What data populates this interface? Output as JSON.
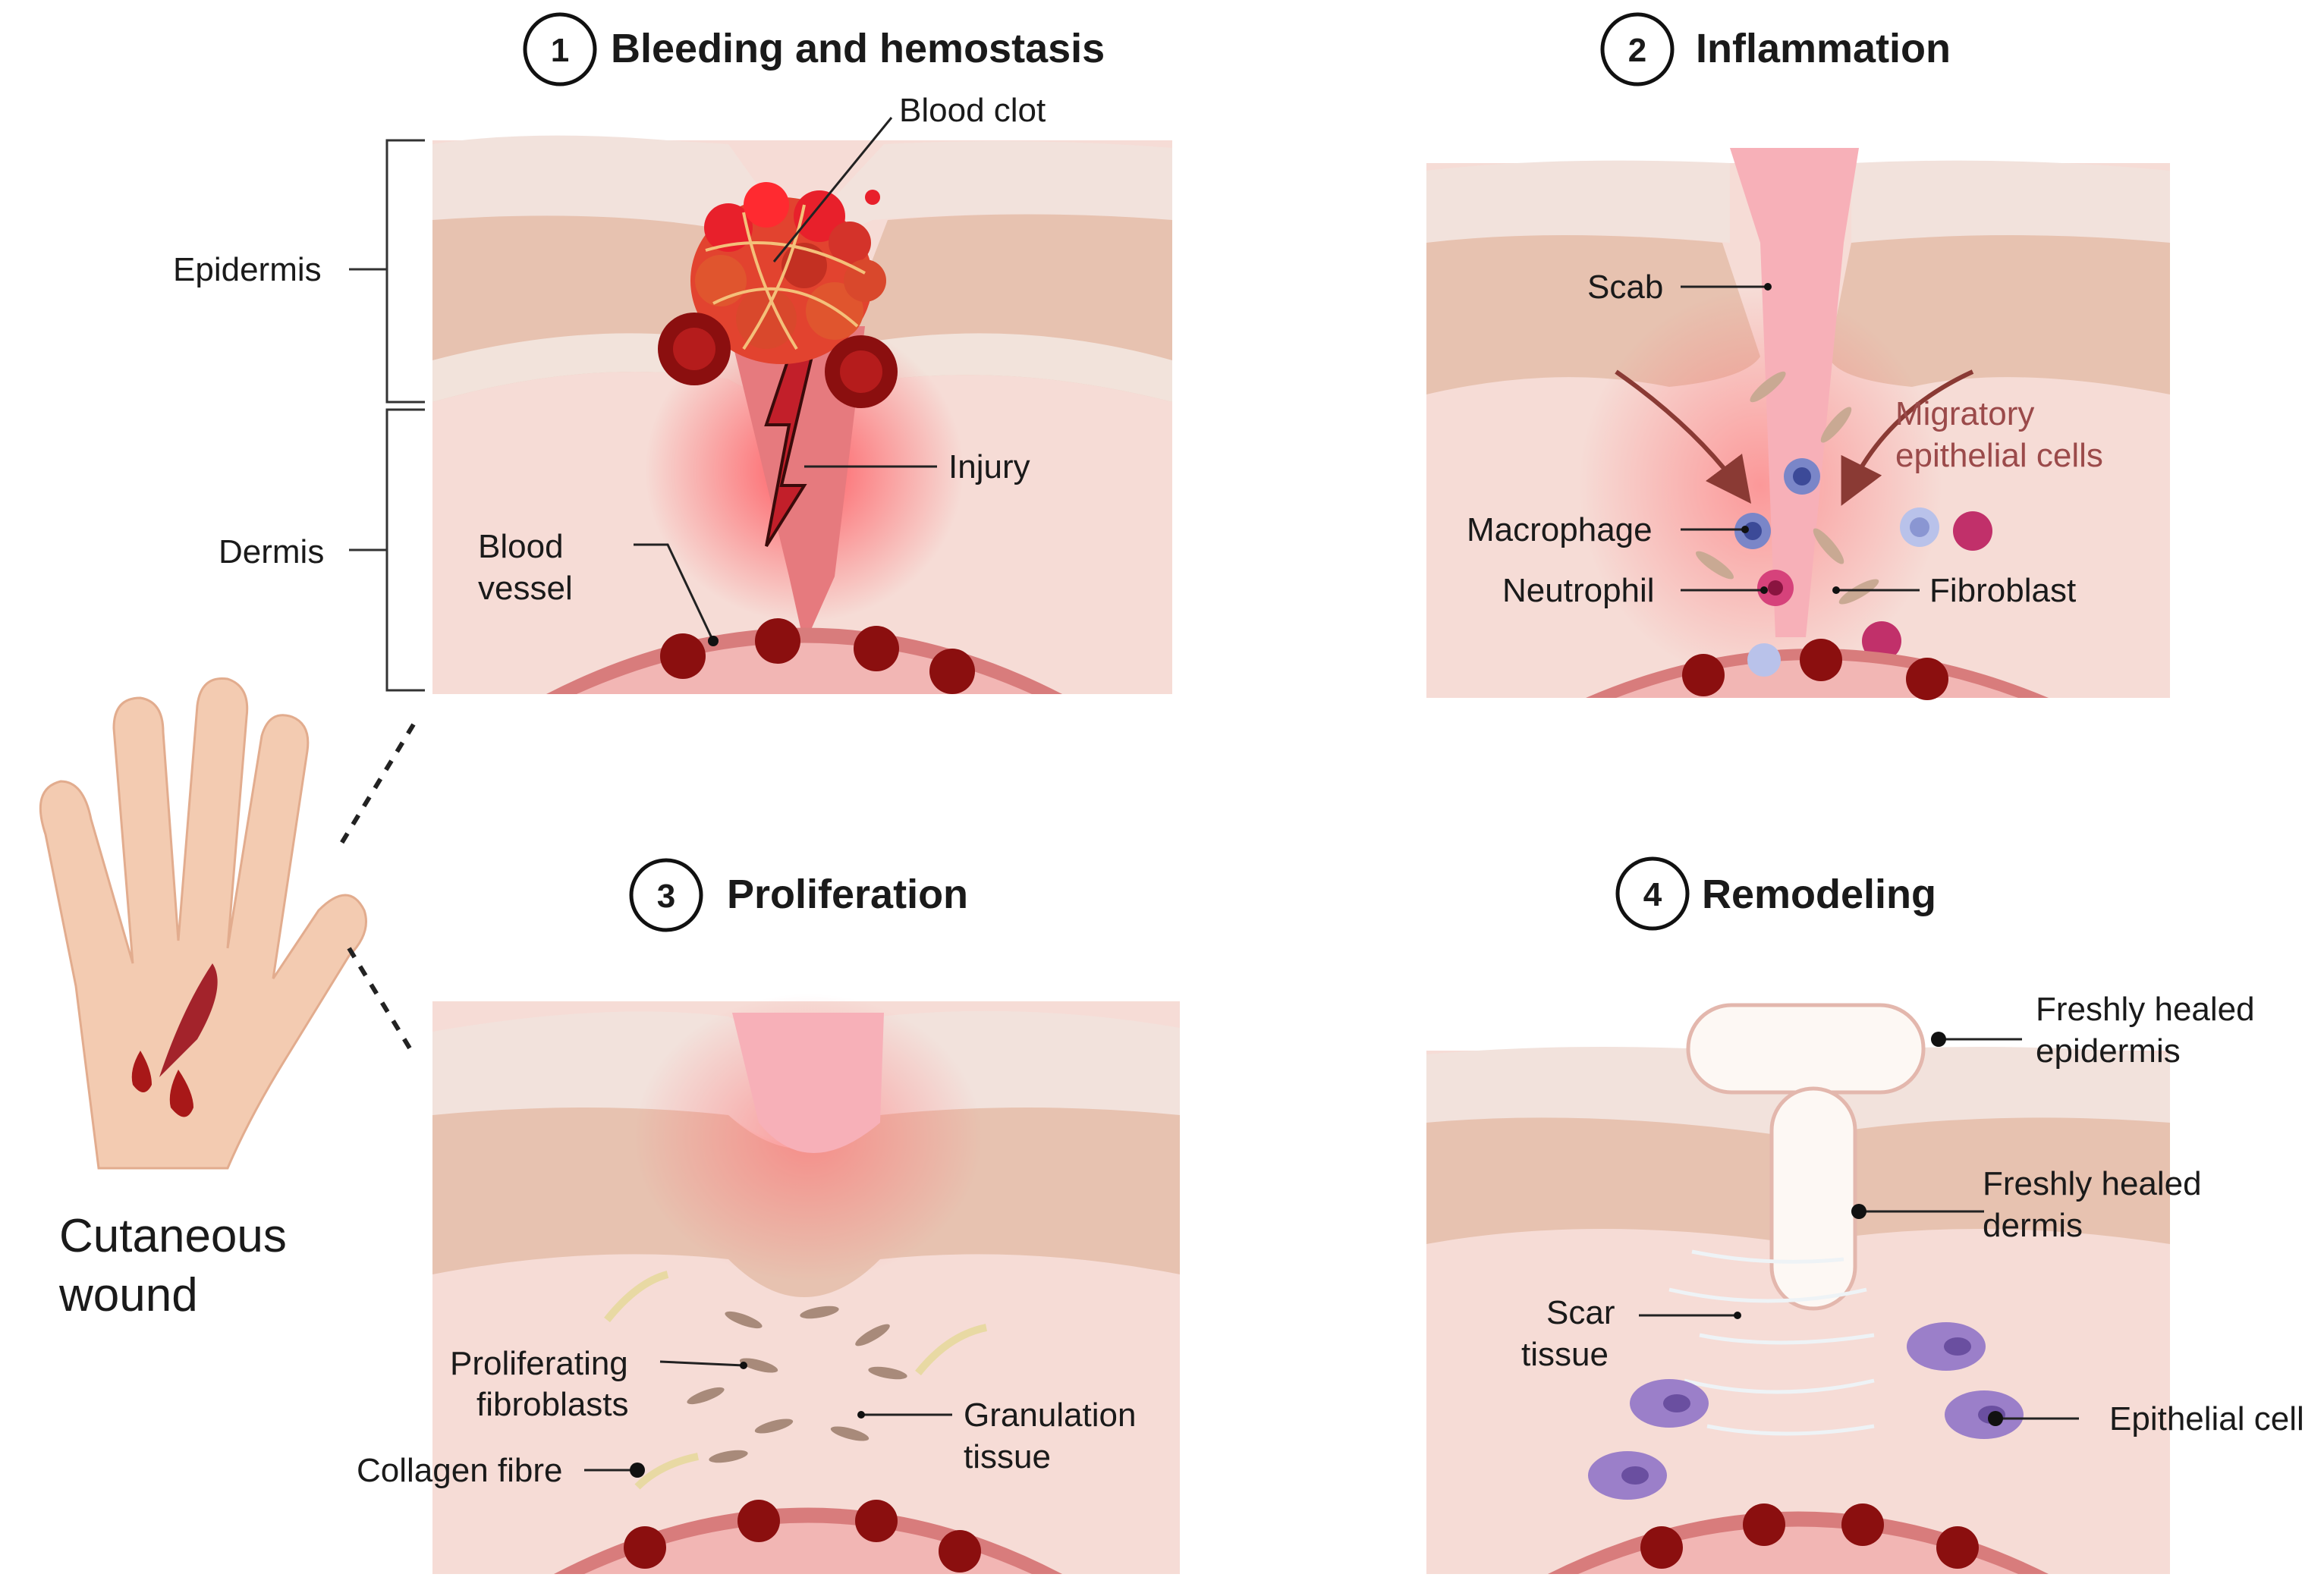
{
  "stages": [
    {
      "number": "1",
      "title": "Bleeding and hemostasis"
    },
    {
      "number": "2",
      "title": "Inflammation"
    },
    {
      "number": "3",
      "title": "Proliferation"
    },
    {
      "number": "4",
      "title": "Remodeling"
    }
  ],
  "labels": {
    "blood_clot": "Blood clot",
    "epidermis": "Epidermis",
    "dermis": "Dermis",
    "injury": "Injury",
    "blood_vessel": [
      "Blood",
      "vessel"
    ],
    "scab": "Scab",
    "migratory": [
      "Migratory",
      "epithelial cells"
    ],
    "macrophage": "Macrophage",
    "neutrophil": "Neutrophil",
    "fibroblast": "Fibroblast",
    "cutaneous_wound": [
      "Cutaneous",
      "wound"
    ],
    "proliferating_fibroblasts": [
      "Proliferating",
      "fibroblasts"
    ],
    "granulation_tissue": [
      "Granulation",
      "tissue"
    ],
    "collagen_fibre": "Collagen fibre",
    "fresh_epidermis": [
      "Freshly healed",
      "epidermis"
    ],
    "fresh_dermis": [
      "Freshly healed",
      "dermis"
    ],
    "scar_tissue": [
      "Scar",
      "tissue"
    ],
    "epithelial_cell": "Epithelial cell"
  },
  "colors": {
    "dermis": "#f6dcd6",
    "epidermis": "#e7c2b0",
    "stratum": "#f2e2dc",
    "blood_cell": "#a81818",
    "vessel": "#e79a9a",
    "scab": "#f7b0b8",
    "macrophage": "#5b6bb5",
    "neutrophil": "#c1306a",
    "epithelial_cell": "#9b7fc9",
    "migratory_text": "#9b4a4a"
  }
}
